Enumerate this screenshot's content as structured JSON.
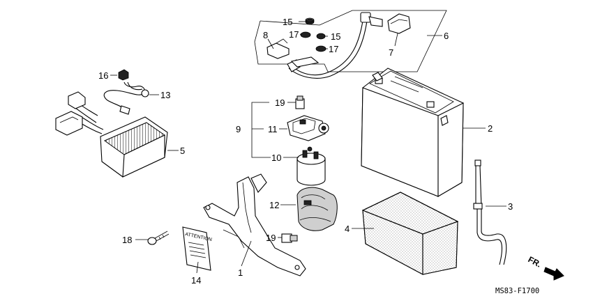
{
  "callouts": {
    "c1": "1",
    "c2": "2",
    "c3": "3",
    "c4": "4",
    "c5": "5",
    "c6": "6",
    "c7": "7",
    "c8": "8",
    "c9": "9",
    "c10": "10",
    "c11": "11",
    "c12": "12",
    "c13": "13",
    "c14": "14",
    "c15a": "15",
    "c15b": "15",
    "c16": "16",
    "c17a": "17",
    "c17b": "17",
    "c18": "18",
    "c19a": "19",
    "c19b": "19"
  },
  "label_text": {
    "attention": "ATTENTION",
    "direction": "FR.",
    "drawing_code": "MS83-F1700"
  }
}
